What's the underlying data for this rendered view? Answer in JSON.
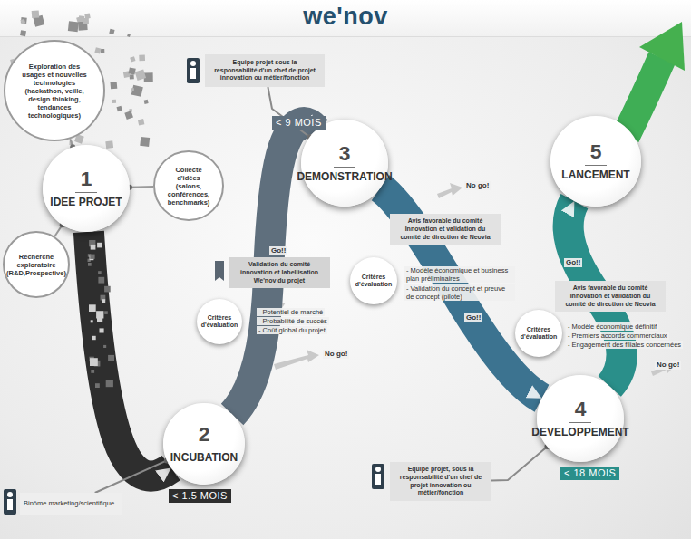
{
  "diagram": {
    "title": "we'nov",
    "nodes": [
      {
        "text": [
          "1",
          "IDEE PROJET"
        ]
      },
      {
        "text": [
          "Exploration des usages et nouvelles technologies (hackathon, veille, design thinking, tendances technologiques)"
        ]
      },
      {
        "text": [
          "Collecte d'idées (salons, conférences, benchmarks)"
        ]
      },
      {
        "text": [
          "Recherche exploratoire (R&D,Prospective)"
        ]
      },
      {
        "text": [
          "2",
          "INCUBATION"
        ]
      },
      {
        "text": [
          "Binôme marketing/scientifique"
        ]
      },
      {
        "text": [
          "Validation du comité innovation et labellisation We'nov du projet"
        ]
      },
      {
        "text": [
          "Critères d'évaluation"
        ]
      },
      {
        "text": [
          "3",
          "DEMONSTRATION"
        ]
      },
      {
        "text": [
          "Equipe projet sous la responsabilité d'un chef de projet innovation ou métier/fonction"
        ]
      },
      {
        "text": [
          "Avis favorable du comité Innovation et validation du comité de direction de Neovia"
        ]
      },
      {
        "text": [
          "Critères d'évaluation"
        ]
      },
      {
        "text": [
          "4",
          "DEVELOPPEMENT"
        ]
      },
      {
        "text": [
          "Equipe projet, sous la responsabilité d'un chef de projet innovation ou métier/fonction"
        ]
      },
      {
        "text": [
          "Avis favorable du comité Innovation et validation du comité de direction de Neovia"
        ]
      },
      {
        "text": [
          "Critères d'évaluation"
        ]
      },
      {
        "text": [
          "5",
          "LANCEMENT"
        ]
      }
    ],
    "edges": [
      {
        "from": 1,
        "to": 0,
        "arrow": "none"
      },
      {
        "from": 2,
        "to": 0,
        "arrow": "none"
      },
      {
        "from": 3,
        "to": 0,
        "arrow": "none"
      },
      {
        "from": 0,
        "to": 4,
        "arrow": "to"
      },
      {
        "from": 5,
        "to": 4,
        "arrow": "none"
      },
      {
        "from": 4,
        "to": 8,
        "arrow": "to"
      },
      {
        "from": 9,
        "to": 8,
        "arrow": "none"
      },
      {
        "from": 8,
        "to": 12,
        "arrow": "to"
      },
      {
        "from": 13,
        "to": 12,
        "arrow": "none"
      },
      {
        "from": 12,
        "to": 16,
        "arrow": "to"
      }
    ],
    "labels": [
      "Go!!",
      "No go!",
      "- Potentiel de marché",
      "- Probabilité de succès",
      "- Coût global du projet",
      "< 1.5 MOIS",
      "< 9 MOIS",
      "No go!",
      "Go!!",
      "- Modèle économique et business plan préliminaires",
      "- Validation du concept et preuve de concept (pilote)",
      "< 18 MOIS",
      "Go!!",
      "No go!",
      "- Modèle économique définitif",
      "- Premiers accords commerciaux",
      "- Engagement des filiales concernées"
    ]
  }
}
